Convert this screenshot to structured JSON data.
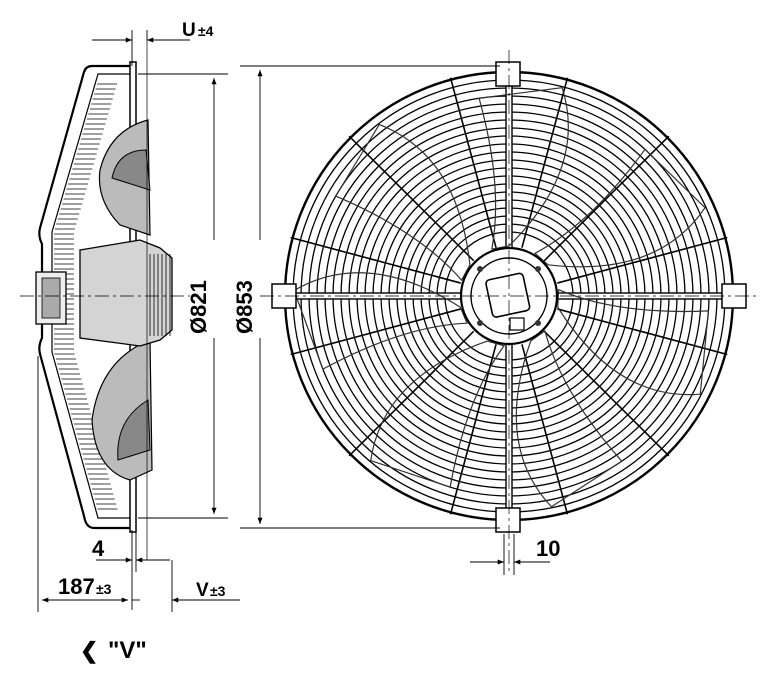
{
  "dimensions": {
    "u_label": "U",
    "u_tol": "±4",
    "d821": "Ø821",
    "d853": "Ø853",
    "four": "4",
    "ten": "10",
    "depth_value": "187",
    "depth_tol": "±3",
    "v_label": "V",
    "v_tol": "±3"
  },
  "view_marker": {
    "arrow": "❮",
    "label": "\"V\""
  },
  "colors": {
    "line": "#000000",
    "fill_dark": "#333333",
    "fill_light": "#9a9a9a",
    "background": "#ffffff"
  }
}
